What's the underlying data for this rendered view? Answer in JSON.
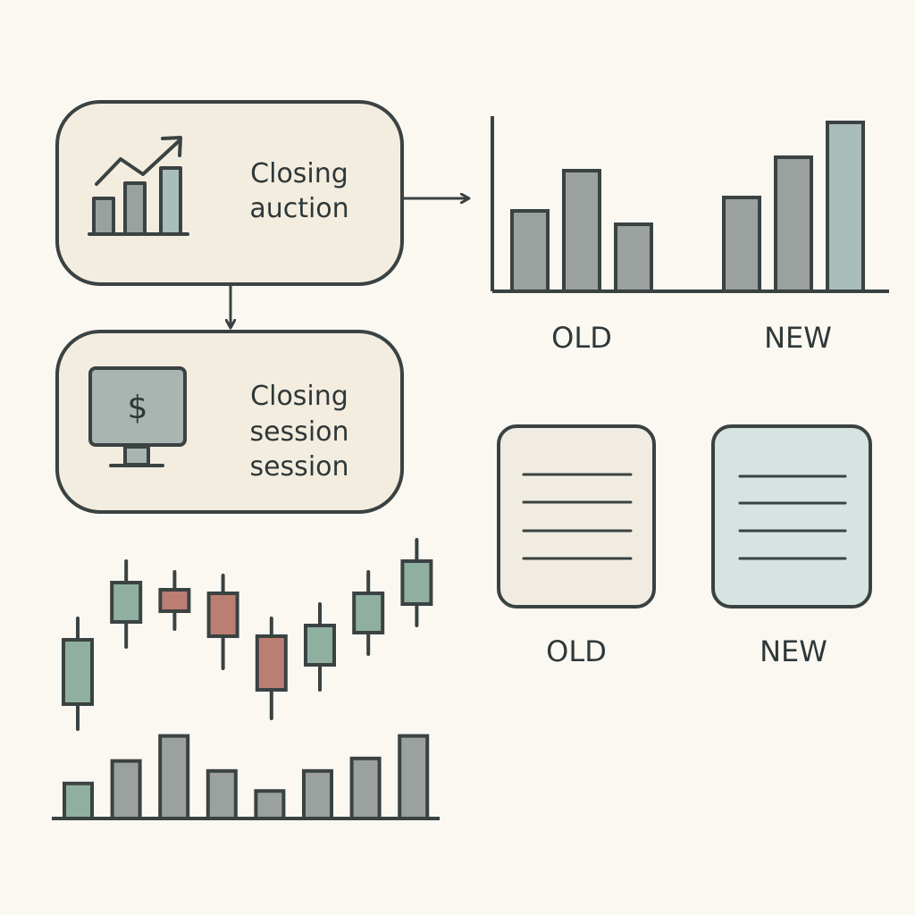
{
  "colors": {
    "background": "#fbf8f2",
    "stroke": "#3a4242",
    "box_fill": "#f3ede0",
    "bar_gray": "#9aa19e",
    "bar_blue": "#a9bdbb",
    "green": "#8fb0a0",
    "red": "#bb7e72",
    "doc_new_fill": "#d6e3e0",
    "doc_old_fill": "#f1ece2",
    "monitor_screen": "#a9b5b1"
  },
  "flow": {
    "auction_box": {
      "label_line1": "Closing",
      "label_line2": "auction",
      "icon": "growth-chart-icon"
    },
    "session_box": {
      "label_line1": "Closing",
      "label_line2": "session",
      "label_line3": "session",
      "icon": "monitor-dollar-icon",
      "currency_symbol": "$"
    }
  },
  "comparison_chart": {
    "old_label": "OLD",
    "new_label": "NEW"
  },
  "documents": {
    "old_label": "OLD",
    "new_label": "NEW",
    "icon": "document-lines-icon"
  },
  "chart_data": [
    {
      "type": "bar",
      "categories": [
        "OLD",
        "NEW"
      ],
      "series": [
        {
          "values": [
            3,
            4.5,
            2.5
          ]
        },
        {
          "values": [
            3.5,
            5,
            6.3
          ]
        }
      ],
      "title": "",
      "xlabel": "",
      "ylabel": ""
    },
    {
      "type": "candlestick",
      "candles": [
        {
          "open": 4.6,
          "close": 2.8,
          "high": 5.2,
          "low": 2.1,
          "direction": "up"
        },
        {
          "open": 5.1,
          "close": 6.2,
          "high": 6.8,
          "low": 4.4,
          "direction": "up"
        },
        {
          "open": 5.4,
          "close": 6.0,
          "high": 6.5,
          "low": 4.9,
          "direction": "down"
        },
        {
          "open": 4.7,
          "close": 5.9,
          "high": 6.4,
          "low": 3.8,
          "direction": "down"
        },
        {
          "open": 3.2,
          "close": 4.7,
          "high": 5.2,
          "low": 2.4,
          "direction": "down"
        },
        {
          "open": 3.9,
          "close": 5.0,
          "high": 5.6,
          "low": 3.2,
          "direction": "up"
        },
        {
          "open": 4.8,
          "close": 5.9,
          "high": 6.5,
          "low": 4.2,
          "direction": "up"
        },
        {
          "open": 5.6,
          "close": 6.8,
          "high": 7.4,
          "low": 5.0,
          "direction": "up"
        }
      ],
      "volume_bars": [
        {
          "value": 1.4,
          "color": "green"
        },
        {
          "value": 2.3,
          "color": "gray"
        },
        {
          "value": 3.3,
          "color": "gray"
        },
        {
          "value": 1.9,
          "color": "gray"
        },
        {
          "value": 1.1,
          "color": "gray"
        },
        {
          "value": 1.9,
          "color": "gray"
        },
        {
          "value": 2.4,
          "color": "gray"
        },
        {
          "value": 3.3,
          "color": "gray"
        }
      ]
    }
  ]
}
